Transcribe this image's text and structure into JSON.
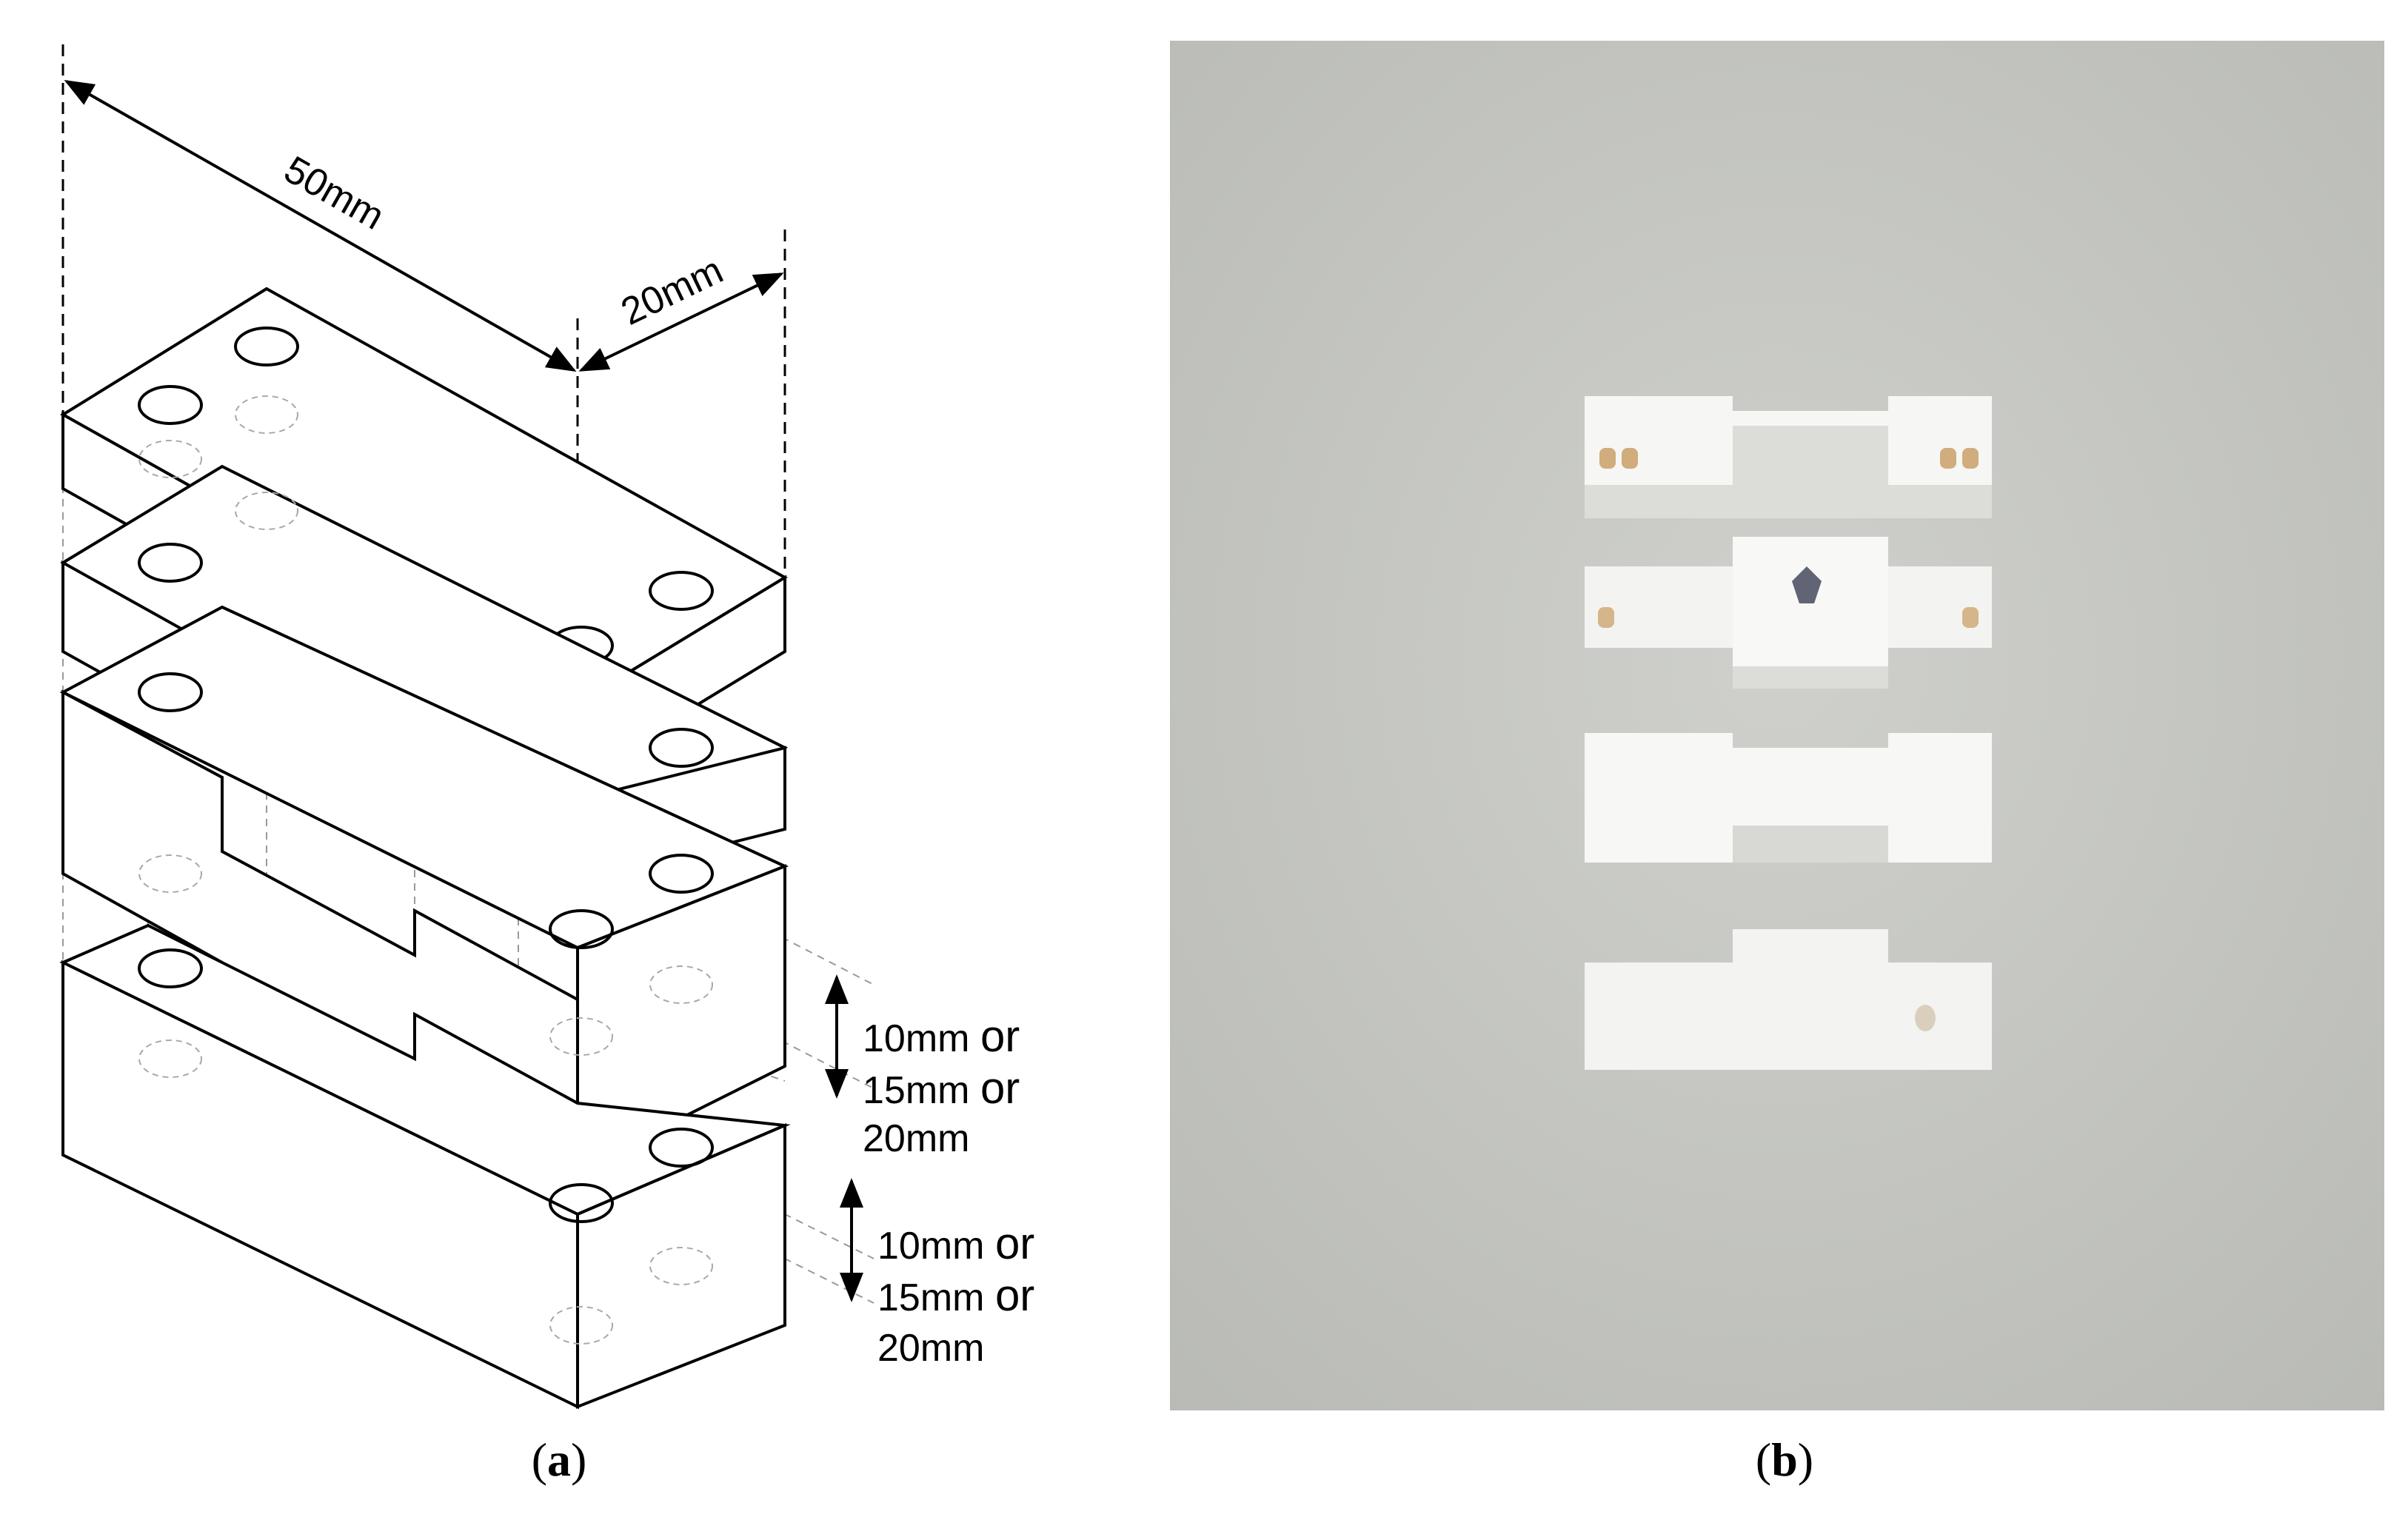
{
  "panel_a": {
    "dim_length": "50mm",
    "dim_width": "20mm",
    "height_1": {
      "line1": "10mm",
      "or1": "or",
      "line2": "15mm",
      "or2": "or",
      "line3": "20mm"
    },
    "height_2": {
      "line1": "10mm",
      "or1": "or",
      "line2": "15mm",
      "or2": "or",
      "line3": "20mm"
    }
  },
  "captions": {
    "a": {
      "open": "(",
      "letter": "a",
      "close": ")"
    },
    "b": {
      "open": "(",
      "letter": "b",
      "close": ")"
    }
  },
  "colors": {
    "photo_background": "#c7c8c4",
    "part": "#f6f6f4",
    "part_shadow": "#dcdcd8",
    "stain": "#c89a5e"
  }
}
